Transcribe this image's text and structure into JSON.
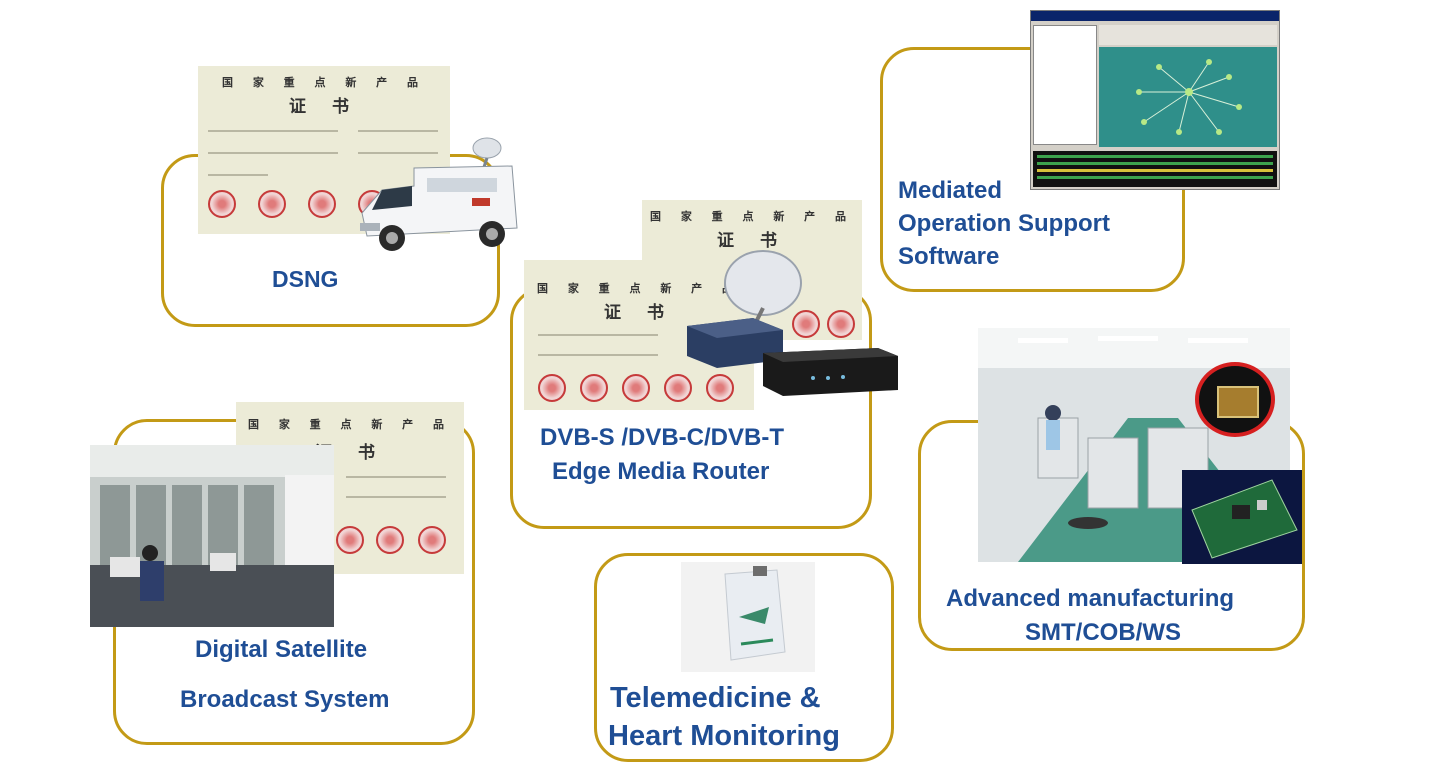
{
  "colors": {
    "frame": "#c39a16",
    "label": "#1f4e95",
    "seal": "#c63a3a"
  },
  "panels": {
    "dsng": {
      "label": "DSNG"
    },
    "nms": {
      "line1": "Mediated",
      "line2": "Operation Support",
      "line3": "Software"
    },
    "dvb": {
      "line1": "DVB-S /DVB-C/DVB-T",
      "line2": "Edge Media Router"
    },
    "satellite": {
      "line1": "Digital Satellite",
      "line2": "Broadcast System"
    },
    "manufacturing": {
      "line1": "Advanced manufacturing",
      "line2": "SMT/COB/WS"
    },
    "telemedicine": {
      "line1": "Telemedicine &",
      "line2": "Heart Monitoring"
    }
  },
  "certificate": {
    "title": "国 家 重 点 新 产 品",
    "subtitle": "证 书"
  },
  "images": {
    "dsng_certificate": "certificate-with-seals",
    "dsng_van": "satellite-news-van",
    "nms_screenshot": "network-management-software-window",
    "dvb_certificates": "product-certificates",
    "dvb_devices": "satellite-dish-and-router-boxes",
    "satellite_room": "broadcast-control-room-photo",
    "factory": "smt-production-line-photo",
    "chip": "cob-chip-closeup",
    "board": "circuit-board-photo",
    "heart_monitor": "portable-heart-monitor-device"
  }
}
